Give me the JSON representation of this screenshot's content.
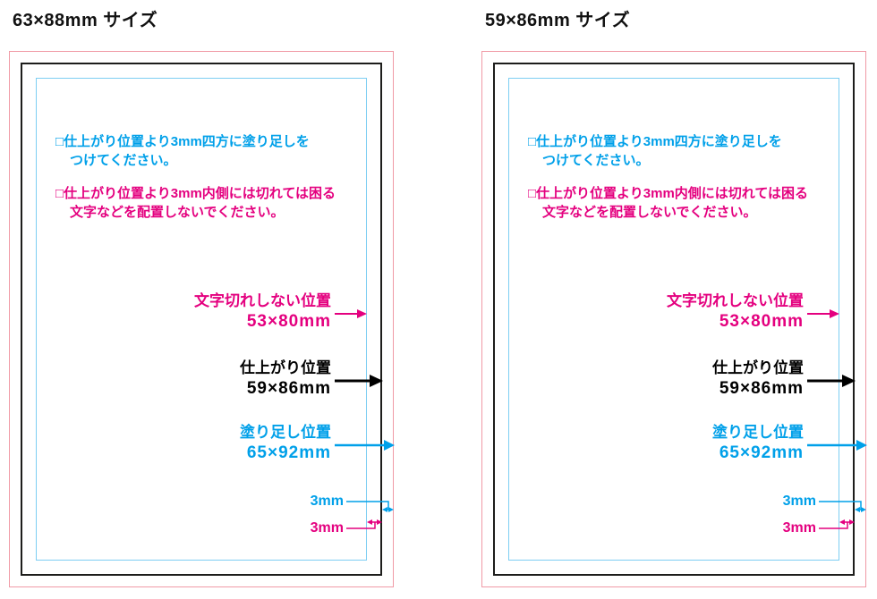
{
  "colors": {
    "magenta": "#e4007f",
    "blue": "#00a0e9",
    "pink_outline": "#f09aa6",
    "cyan_outline": "#7dcef2",
    "black_outline": "#1d1d1b"
  },
  "panels": [
    {
      "title": "63×88mm サイズ",
      "bleed_note": {
        "line1": "□仕上がり位置より3mm四方に塗り足しを",
        "line2": "つけてください。"
      },
      "safe_note": {
        "line1": "□仕上がり位置より3mm内側には切れては困る",
        "line2": "文字などを配置しないでください。"
      },
      "callouts": {
        "safe": {
          "name": "文字切れしない位置",
          "size": "53×80mm"
        },
        "finished": {
          "name": "仕上がり位置",
          "size": "59×86mm"
        },
        "bleed": {
          "name": "塗り足し位置",
          "size": "65×92mm"
        }
      },
      "dims": {
        "bleed": "3mm",
        "safe": "3mm"
      }
    },
    {
      "title": "59×86mm サイズ",
      "bleed_note": {
        "line1": "□仕上がり位置より3mm四方に塗り足しを",
        "line2": "つけてください。"
      },
      "safe_note": {
        "line1": "□仕上がり位置より3mm内側には切れては困る",
        "line2": "文字などを配置しないでください。"
      },
      "callouts": {
        "safe": {
          "name": "文字切れしない位置",
          "size": "53×80mm"
        },
        "finished": {
          "name": "仕上がり位置",
          "size": "59×86mm"
        },
        "bleed": {
          "name": "塗り足し位置",
          "size": "65×92mm"
        }
      },
      "dims": {
        "bleed": "3mm",
        "safe": "3mm"
      }
    }
  ]
}
